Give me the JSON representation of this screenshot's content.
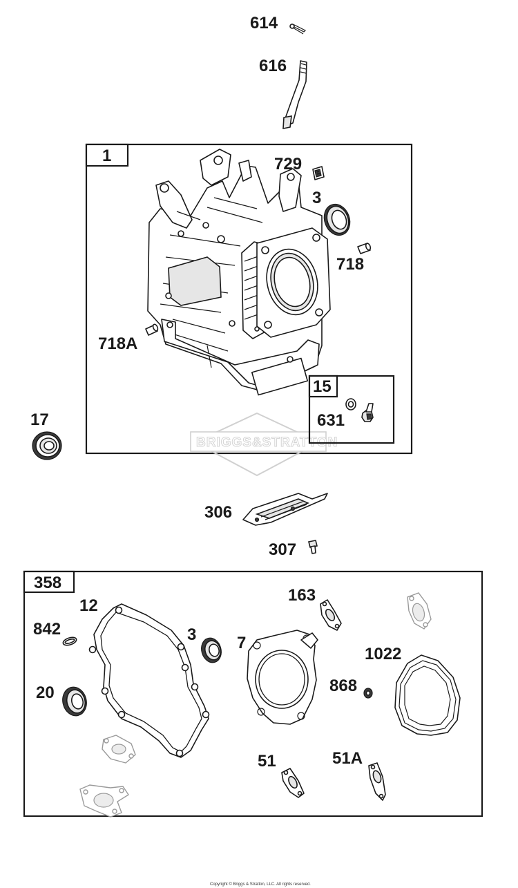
{
  "diagram": {
    "watermark": "BRIGGS&STRATTON",
    "copyright": "Copyright © Briggs & Stratton, LLC. All rights reserved.",
    "box1": {
      "label": "1"
    },
    "box15": {
      "label": "15"
    },
    "box358": {
      "label": "358"
    },
    "labels": {
      "p614": "614",
      "p616": "616",
      "p729": "729",
      "p3a": "3",
      "p718": "718",
      "p718a": "718A",
      "p631": "631",
      "p17": "17",
      "p306": "306",
      "p307": "307",
      "p12": "12",
      "p842": "842",
      "p3b": "3",
      "p7": "7",
      "p163": "163",
      "p1022": "1022",
      "p20": "20",
      "p868": "868",
      "p51": "51",
      "p51a": "51A"
    }
  }
}
